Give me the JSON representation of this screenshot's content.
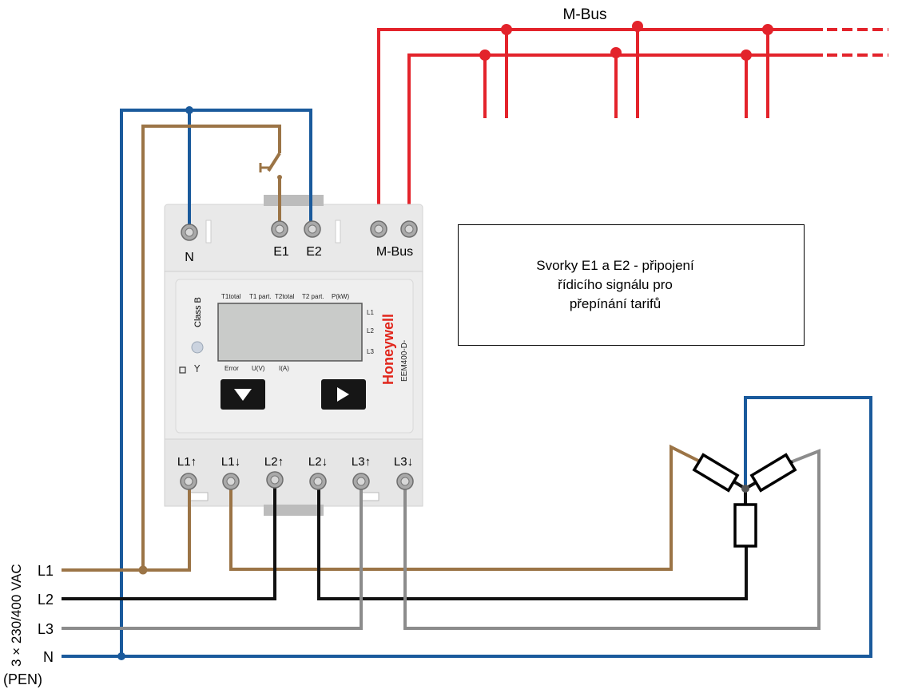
{
  "bus": {
    "label": "M-Bus"
  },
  "note": {
    "lines": [
      "Svorky E1 a E2 - připojení",
      "řídicího signálu pro",
      "přepínání tarifů"
    ]
  },
  "meter": {
    "top_terminals": {
      "n": "N",
      "e1": "E1",
      "e2": "E2",
      "mbus": "M-Bus"
    },
    "class_label": "Class B",
    "lcd_top": {
      "t1_total": "T1total",
      "t1_part": "T1 part.",
      "t2_total": "T2total",
      "t2_part": "T2 part.",
      "p": "P(kW)"
    },
    "lcd_right": {
      "l1": "L1",
      "l2": "L2",
      "l3": "L3"
    },
    "lcd_bottom": {
      "error": "Error",
      "u": "U(V)",
      "i": "I(A)"
    },
    "brand": "Honeywell",
    "model": "EEM400-D-",
    "bottom_terminals": [
      "L1↑",
      "L1↓",
      "L2↑",
      "L2↓",
      "L3↑",
      "L3↓"
    ]
  },
  "supply": {
    "lines": [
      "L1",
      "L2",
      "L3",
      "N"
    ],
    "pen": "(PEN)",
    "voltage": "3 × 230/400 VAC"
  },
  "colors": {
    "brown": "#9b7446",
    "black": "#111111",
    "grey": "#8c8c8c",
    "blue": "#1a5a9c",
    "red": "#e3232b",
    "honeywell": "#e1251b"
  }
}
